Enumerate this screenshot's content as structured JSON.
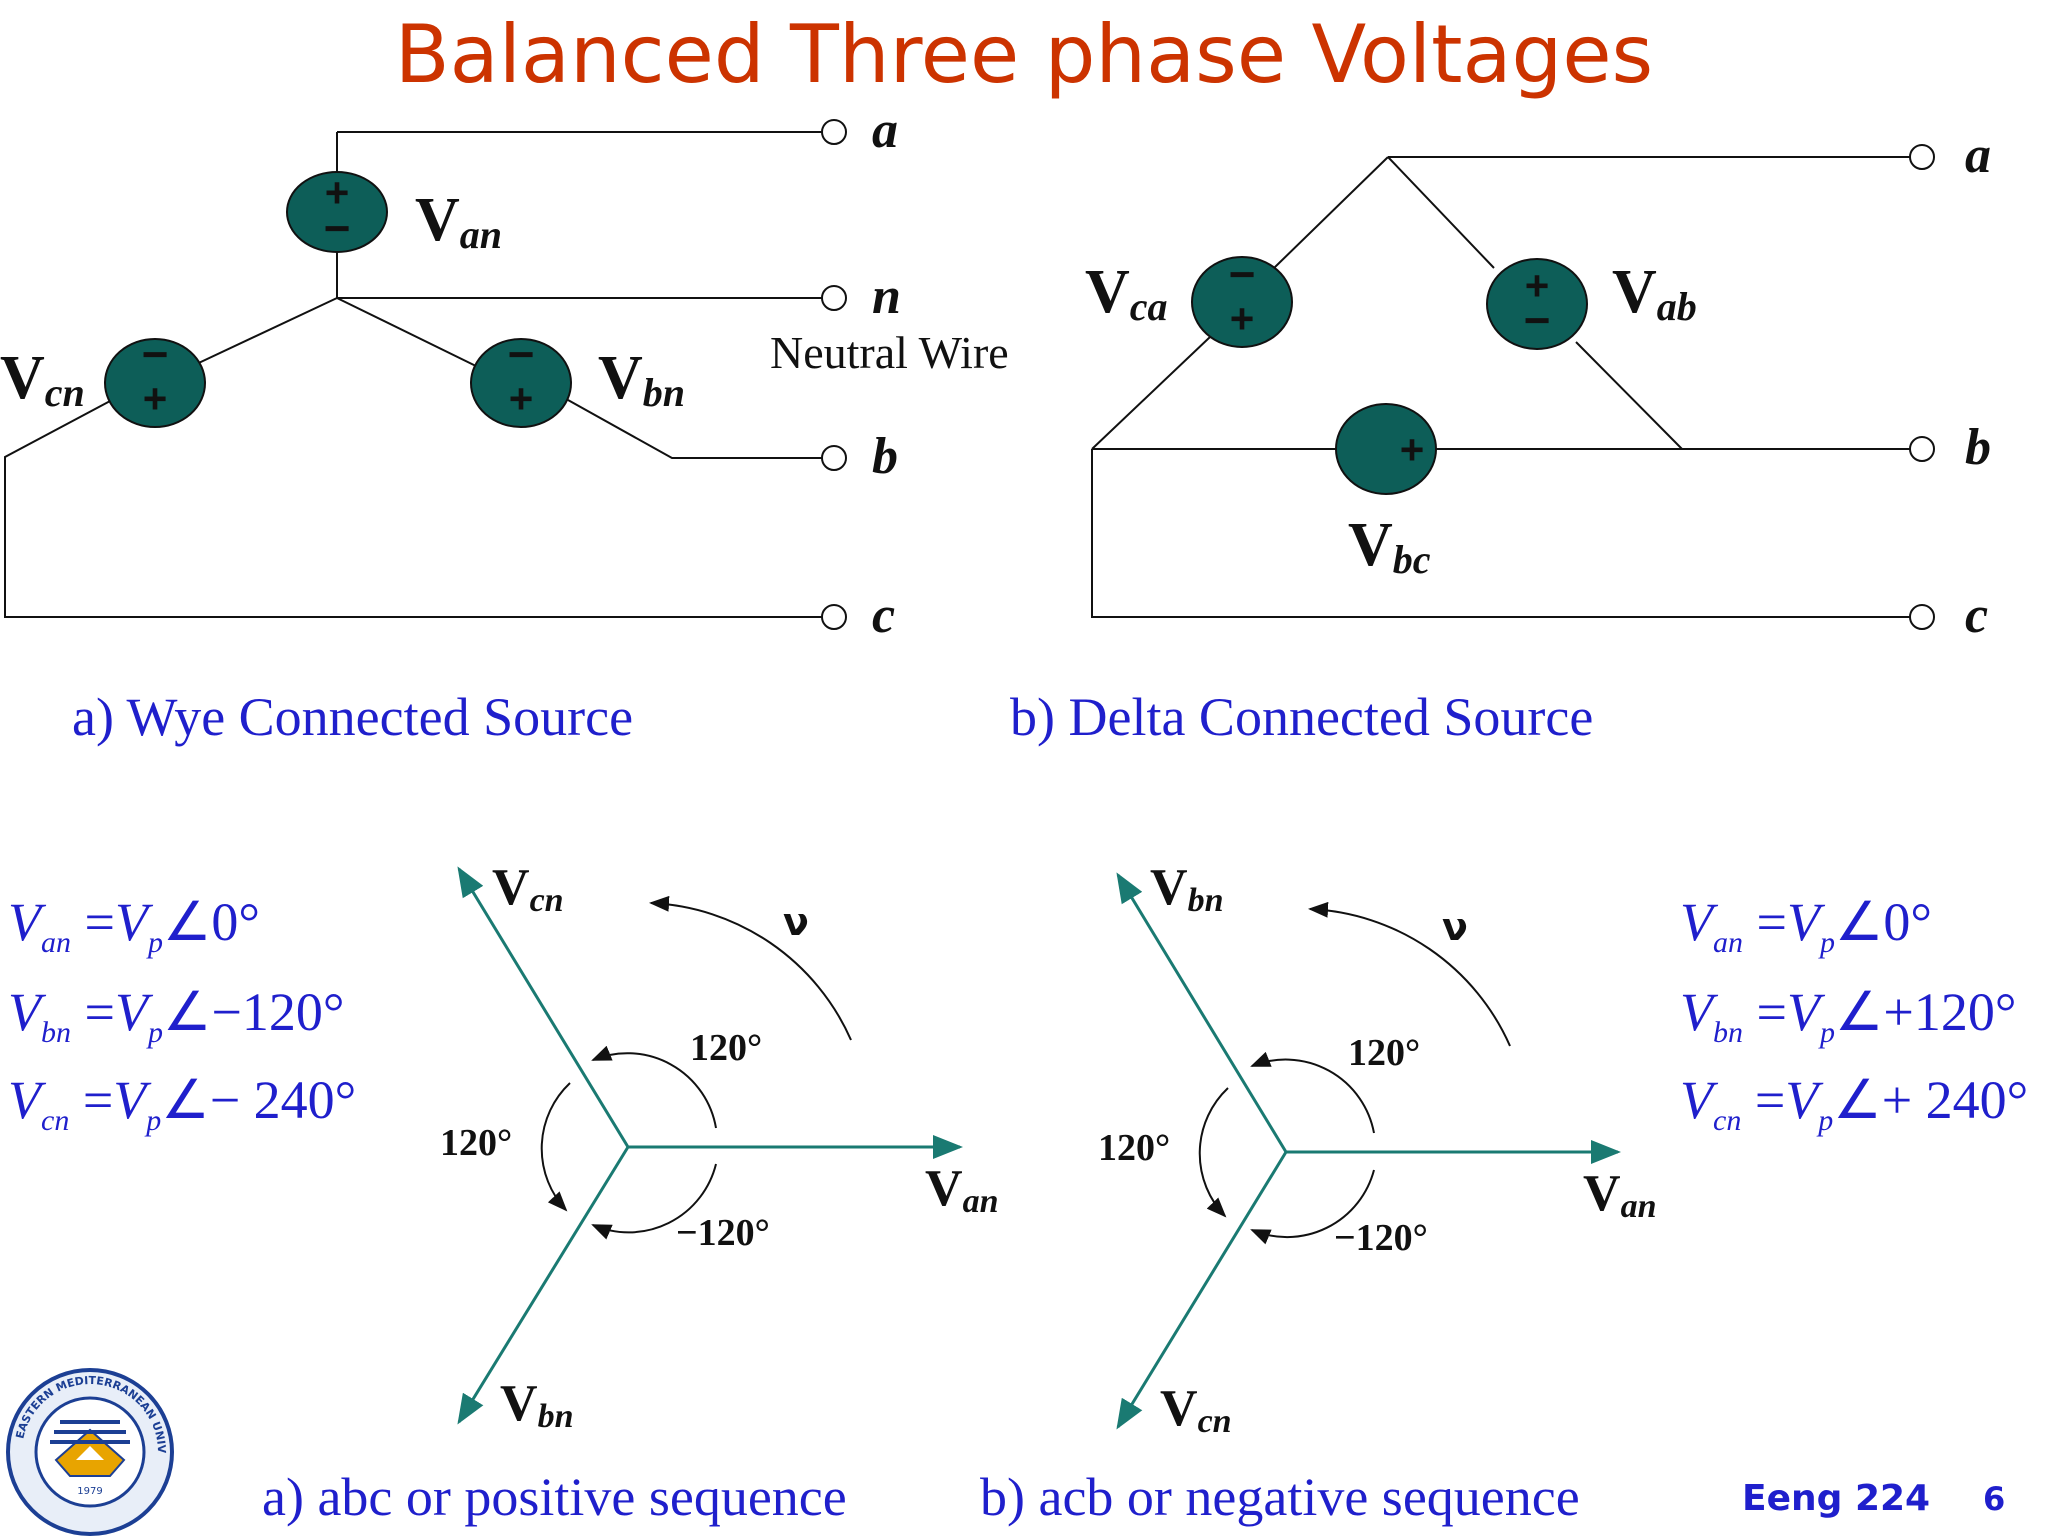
{
  "title": "Balanced Three phase Voltages",
  "wye": {
    "source_labels": {
      "an": "an",
      "bn": "bn",
      "cn": "cn"
    },
    "terminals": [
      "a",
      "n",
      "b",
      "c"
    ],
    "neutral_label": "Neutral Wire",
    "caption": "a) Wye Connected Source"
  },
  "delta": {
    "source_labels": {
      "ab": "ab",
      "bc": "bc",
      "ca": "ca"
    },
    "terminals": [
      "a",
      "b",
      "c"
    ],
    "caption": "b) Delta Connected Source"
  },
  "positive": {
    "equations": [
      {
        "lhs_sub": "an",
        "rhs": "∠0°"
      },
      {
        "lhs_sub": "bn",
        "rhs": "∠−120°"
      },
      {
        "lhs_sub": "cn",
        "rhs": "∠− 240°"
      }
    ],
    "phasor_labels": {
      "top": "cn",
      "right": "an",
      "bottom": "bn"
    },
    "rotation_label": "ν",
    "angles": [
      "120°",
      "120°",
      "−120°"
    ],
    "caption": "a) abc or positive sequence"
  },
  "negative": {
    "equations": [
      {
        "lhs_sub": "an",
        "rhs": "∠0°"
      },
      {
        "lhs_sub": "bn",
        "rhs": "∠+120°"
      },
      {
        "lhs_sub": "cn",
        "rhs": "∠+ 240°"
      }
    ],
    "phasor_labels": {
      "top": "bn",
      "right": "an",
      "bottom": "cn"
    },
    "rotation_label": "ν",
    "angles": [
      "120°",
      "120°",
      "−120°"
    ],
    "caption": "b) acb or negative sequence"
  },
  "footer": {
    "course": "Eeng 224",
    "page": "6"
  },
  "logo": {
    "text": "EASTERN MEDITERRANEAN UNIVERSITY",
    "year": "1979"
  },
  "colors": {
    "title": "#cc3300",
    "blue_text": "#1f1fcc",
    "source_fill": "#0d5e58",
    "phasor": "#1a7a72"
  }
}
